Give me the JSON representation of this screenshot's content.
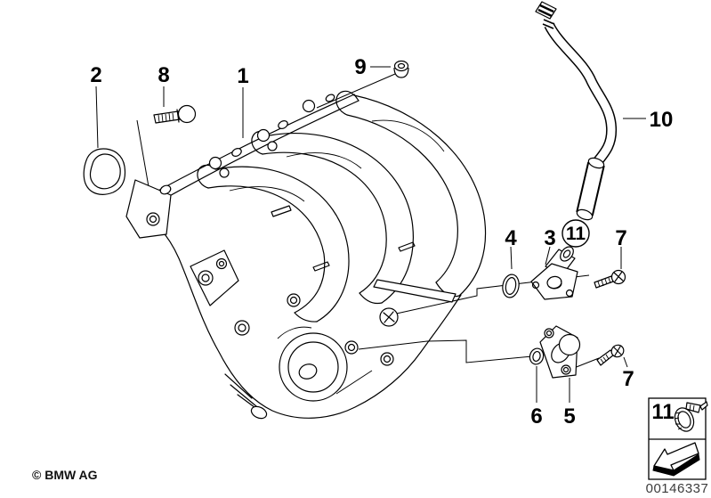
{
  "callouts": {
    "c1": "1",
    "c2": "2",
    "c3": "3",
    "c4": "4",
    "c5": "5",
    "c6": "6",
    "c7_upper": "7",
    "c7_lower": "7",
    "c8": "8",
    "c9": "9",
    "c10": "10",
    "c11": "11"
  },
  "legend": {
    "clamp_number": "11",
    "clamp_icon": "hose-clamp-icon",
    "direction_icon": "direction-arrow-icon"
  },
  "footer": {
    "copyright": "© BMW AG",
    "part_number": "00146337"
  },
  "colors": {
    "background": "#ffffff",
    "line": "#000000",
    "part_number_text": "#3c3c3c"
  }
}
